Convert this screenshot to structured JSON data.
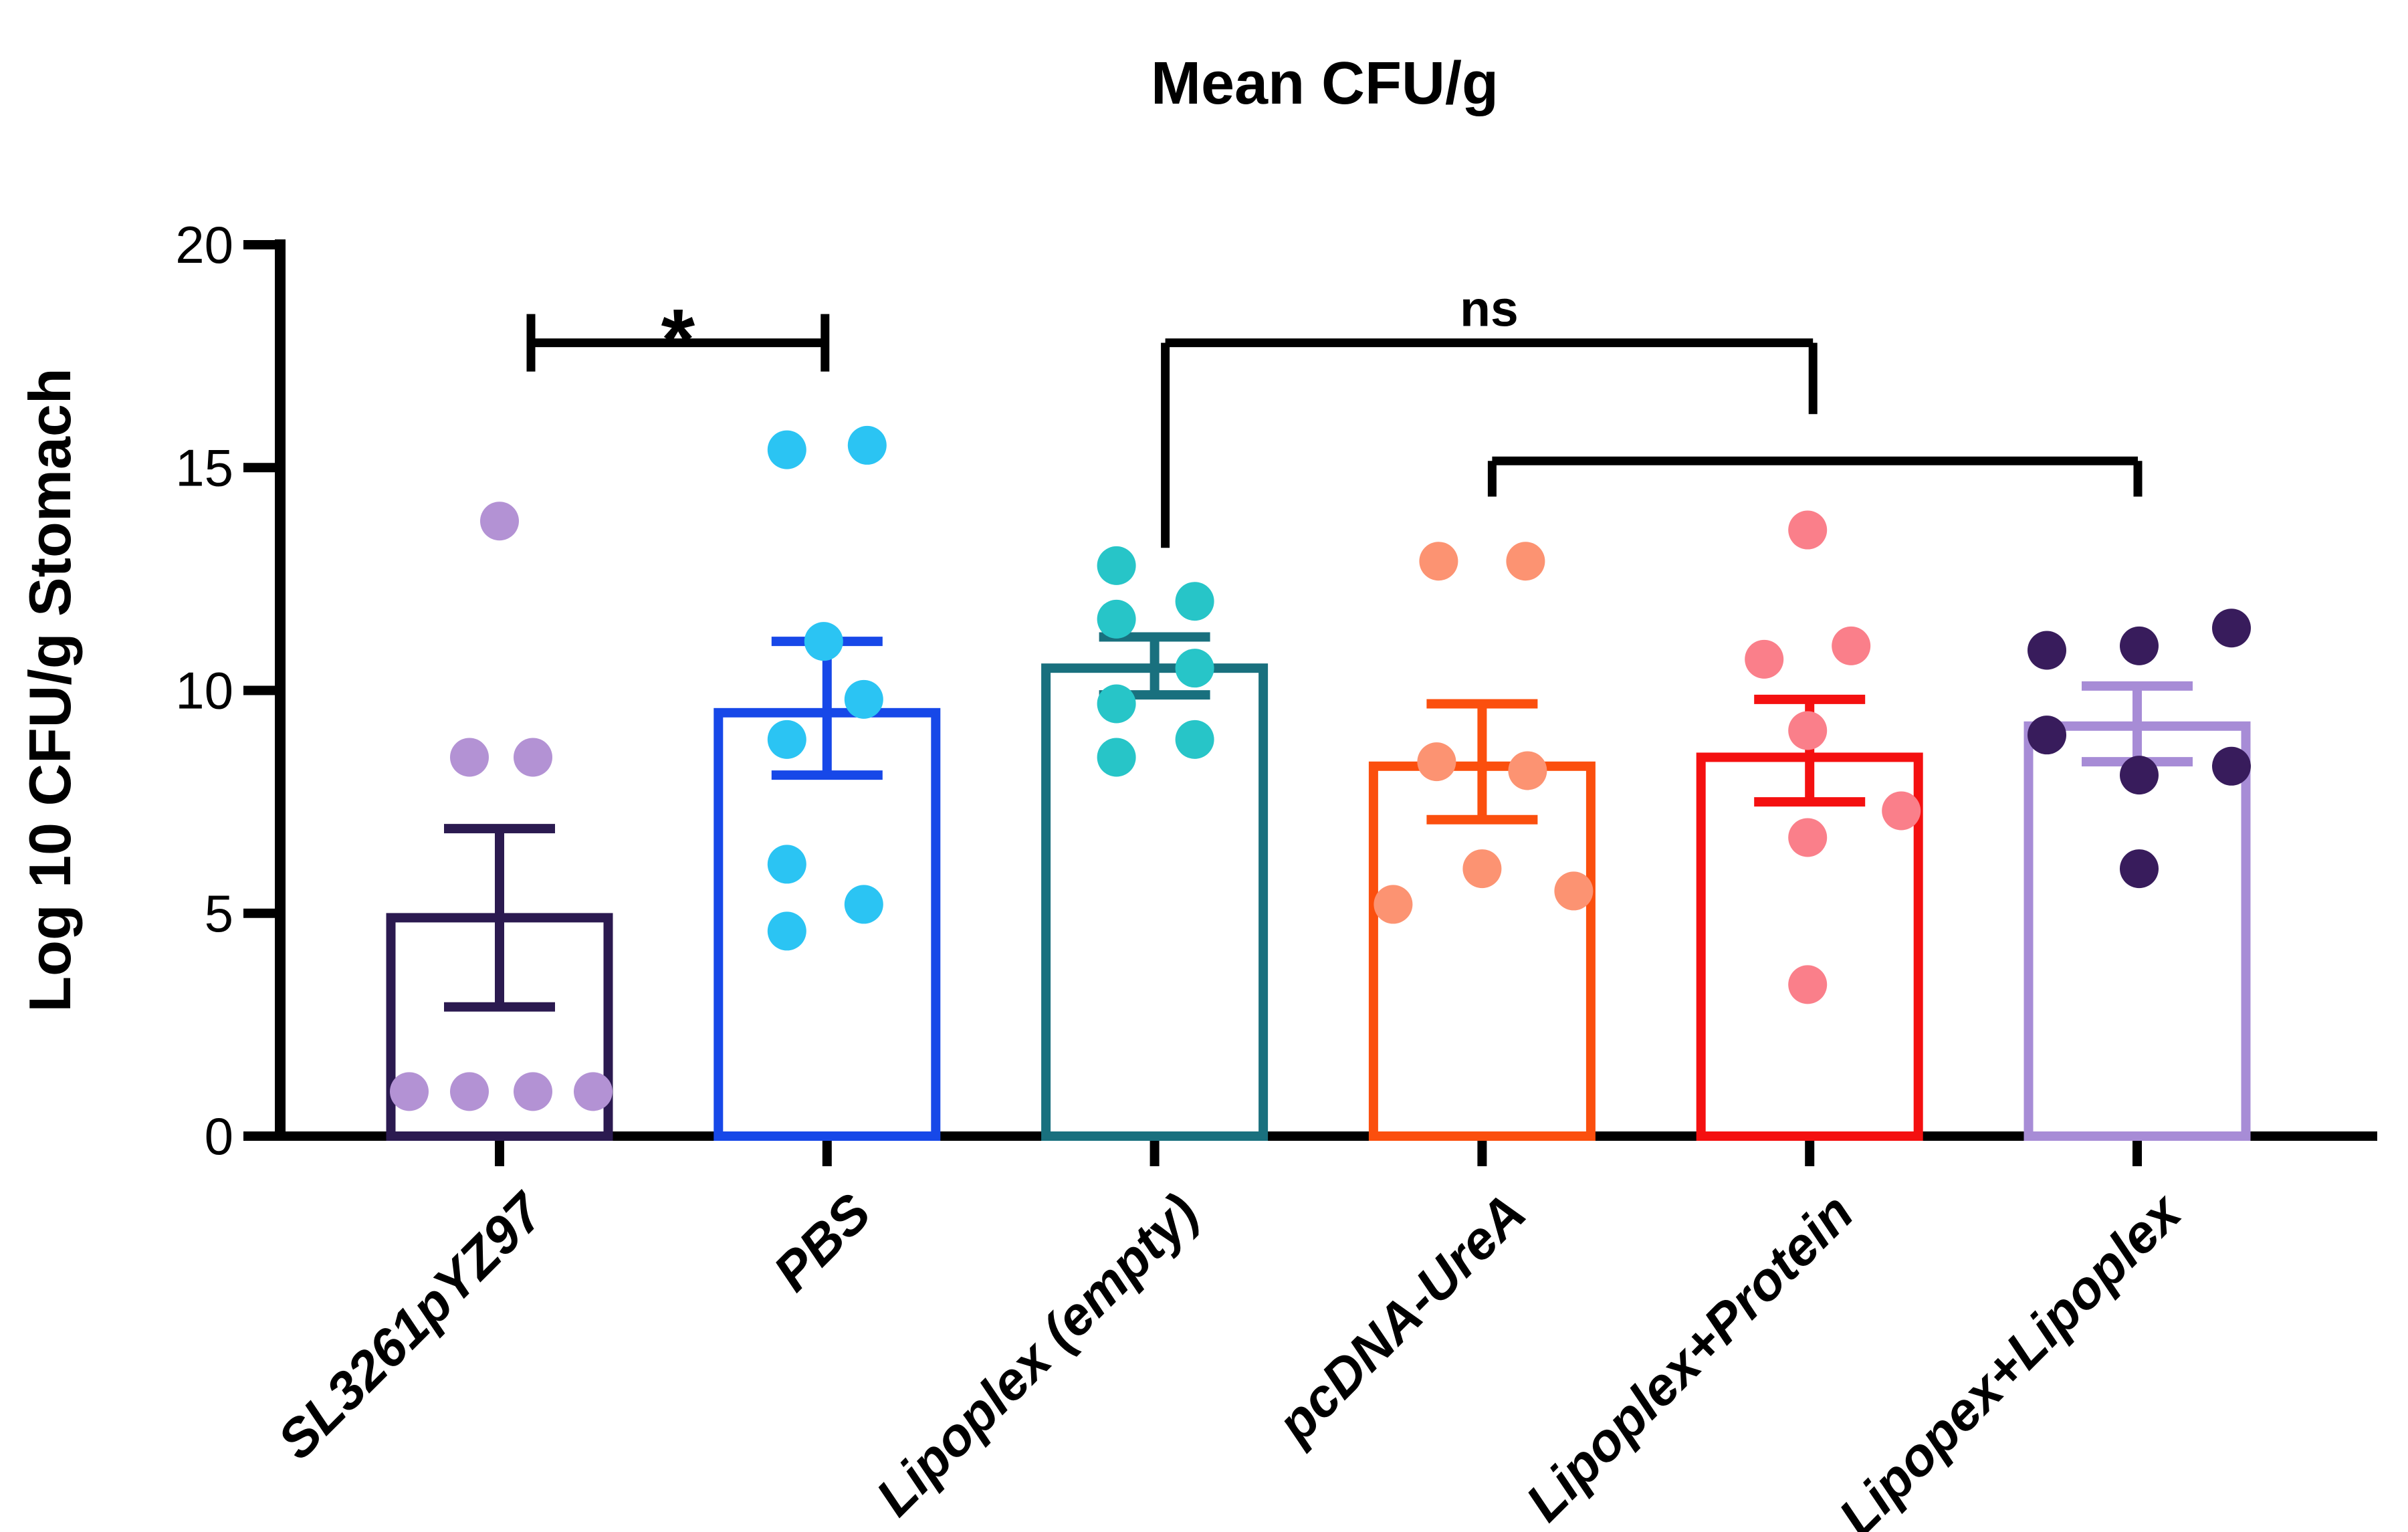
{
  "page": {
    "background": "#ffffff"
  },
  "chart_data": {
    "type": "bar",
    "subtype": "bar-with-scatter-dots-and-sem-error-bars",
    "title": "Mean CFU/g",
    "xlabel": "",
    "ylabel": "Log 10 CFU/g Stomach",
    "ylim": [
      0,
      20
    ],
    "yticks": [
      0,
      5,
      10,
      15,
      20
    ],
    "grid": false,
    "legend": "none",
    "axis_color": "#000000",
    "categories": [
      "SL3261pYZ97",
      "PBS",
      "Lipoplex (empty)",
      "pcDNA-UreA",
      "Lipoplex+Protein",
      "Lipopex+Lipoplex"
    ],
    "groups": [
      {
        "label": "SL3261pYZ97",
        "bar_color": "#2B1A50",
        "point_color": "#B392D4",
        "mean": 4.9,
        "sem_low": 2.9,
        "sem_high": 6.9,
        "points": [
          {
            "v": 13.8,
            "dx": 0
          },
          {
            "v": 8.5,
            "dx": -45
          },
          {
            "v": 8.5,
            "dx": 50
          },
          {
            "v": 1.0,
            "dx": -135
          },
          {
            "v": 1.0,
            "dx": -45
          },
          {
            "v": 1.0,
            "dx": 50
          },
          {
            "v": 1.0,
            "dx": 140
          }
        ]
      },
      {
        "label": "PBS",
        "bar_color": "#1748E8",
        "point_color": "#2BC4F3",
        "mean": 9.5,
        "sem_low": 8.1,
        "sem_high": 11.1,
        "points": [
          {
            "v": 15.4,
            "dx": -60
          },
          {
            "v": 15.5,
            "dx": 60
          },
          {
            "v": 11.1,
            "dx": -5
          },
          {
            "v": 9.8,
            "dx": 55
          },
          {
            "v": 8.9,
            "dx": -60
          },
          {
            "v": 6.1,
            "dx": -60
          },
          {
            "v": 5.2,
            "dx": 55
          },
          {
            "v": 4.6,
            "dx": -60
          }
        ]
      },
      {
        "label": "Lipoplex (empty)",
        "bar_color": "#19707E",
        "point_color": "#27C5C8",
        "mean": 10.5,
        "sem_low": 9.9,
        "sem_high": 11.2,
        "points": [
          {
            "v": 12.8,
            "dx": -57
          },
          {
            "v": 12.0,
            "dx": 60
          },
          {
            "v": 11.6,
            "dx": -57
          },
          {
            "v": 10.5,
            "dx": 60
          },
          {
            "v": 9.7,
            "dx": -57
          },
          {
            "v": 8.9,
            "dx": 60
          },
          {
            "v": 8.5,
            "dx": -57
          }
        ]
      },
      {
        "label": "pcDNA-UreA",
        "bar_color": "#FB4F0E",
        "point_color": "#FC9372",
        "mean": 8.3,
        "sem_low": 7.1,
        "sem_high": 9.7,
        "points": [
          {
            "v": 12.9,
            "dx": -65
          },
          {
            "v": 12.9,
            "dx": 65
          },
          {
            "v": 8.4,
            "dx": -68
          },
          {
            "v": 8.2,
            "dx": 68
          },
          {
            "v": 6.0,
            "dx": 0
          },
          {
            "v": 5.2,
            "dx": -133
          },
          {
            "v": 5.5,
            "dx": 137
          }
        ]
      },
      {
        "label": "Lipoplex+Protein",
        "bar_color": "#F41010",
        "point_color": "#FA7F8A",
        "mean": 8.5,
        "sem_low": 7.5,
        "sem_high": 9.8,
        "points": [
          {
            "v": 13.6,
            "dx": -3
          },
          {
            "v": 11.0,
            "dx": 62
          },
          {
            "v": 10.7,
            "dx": -68
          },
          {
            "v": 9.1,
            "dx": -3
          },
          {
            "v": 7.3,
            "dx": 137
          },
          {
            "v": 6.7,
            "dx": -3
          },
          {
            "v": 3.4,
            "dx": -3
          }
        ]
      },
      {
        "label": "Lipopex+Lipoplex",
        "bar_color": "#A78CD6",
        "point_color": "#381C5C",
        "mean": 9.2,
        "sem_low": 8.4,
        "sem_high": 10.1,
        "points": [
          {
            "v": 11.4,
            "dx": 141
          },
          {
            "v": 11.0,
            "dx": 3
          },
          {
            "v": 10.9,
            "dx": -135
          },
          {
            "v": 9.0,
            "dx": -135
          },
          {
            "v": 8.3,
            "dx": 141
          },
          {
            "v": 8.1,
            "dx": 3
          },
          {
            "v": 6.0,
            "dx": 3
          }
        ]
      }
    ],
    "significance": [
      {
        "label": "*",
        "from": 0,
        "to": 1,
        "style": "ibeam",
        "y": 17.8,
        "x1_off": 47,
        "x2_off": -3
      },
      {
        "label": "ns",
        "from": 2,
        "to": 4,
        "style": "corner",
        "y": 17.8,
        "left_drop_to": 13.2,
        "right_drop_to": 16.2,
        "x1_off": 16,
        "x2_off": 5
      },
      {
        "label": "",
        "from": 3,
        "to": 5,
        "style": "corner",
        "y": 15.15,
        "left_drop_to": 14.35,
        "right_drop_to": 14.35,
        "x1_off": 15,
        "x2_off": 1
      }
    ]
  }
}
